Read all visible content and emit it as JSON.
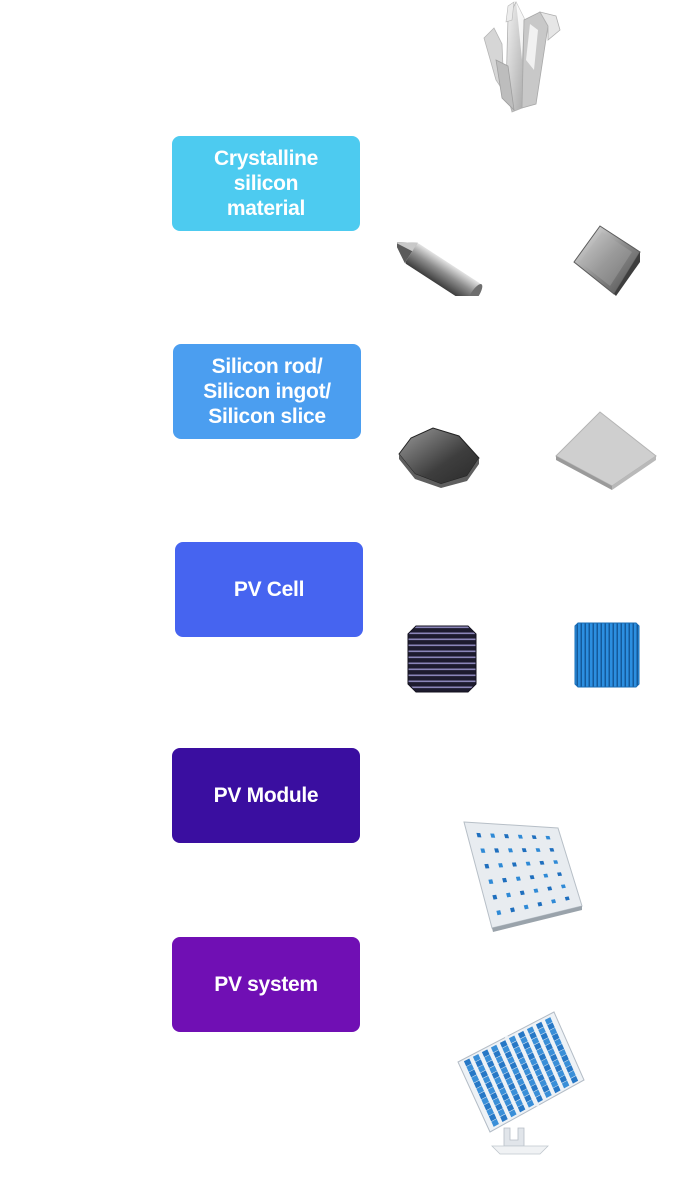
{
  "stages": [
    {
      "label": "Crystalline\nsilicon\nmaterial",
      "color": "#4dcbf0"
    },
    {
      "label": "Silicon rod/\nSilicon ingot/\nSilicon slice",
      "color": "#4b9ef0"
    },
    {
      "label": "PV Cell",
      "color": "#4664f0"
    },
    {
      "label": "PV Module",
      "color": "#3a0ea0"
    },
    {
      "label": "PV system",
      "color": "#700fb4"
    }
  ],
  "illustrations": [
    "silicon-crystal-icon",
    "silicon-rod-icon",
    "silicon-ingot-icon",
    "silicon-wafer-octagon-icon",
    "silicon-slice-icon",
    "mono-pv-cell-icon",
    "poly-pv-cell-icon",
    "pv-module-icon",
    "pv-system-icon"
  ]
}
